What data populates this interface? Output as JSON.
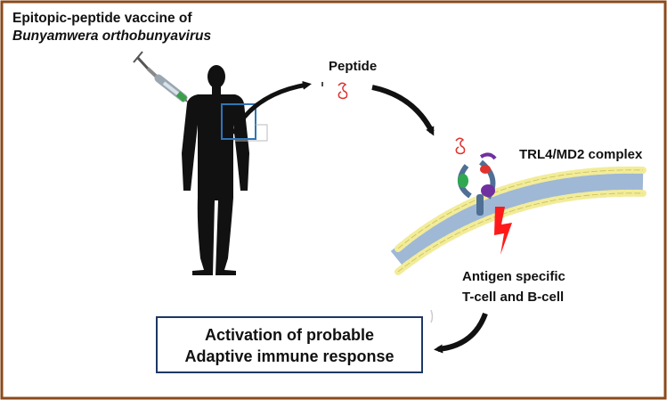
{
  "title": {
    "line1": "Epitopic-peptide  vaccine of",
    "line2": "Bunyamwera orthobunyavirus"
  },
  "labels": {
    "peptide": "Peptide",
    "receptor": "TRL4/MD2 complex",
    "antigen_line1": "Antigen specific",
    "antigen_line2": "T-cell and B-cell"
  },
  "response": {
    "line1": "Activation of probable",
    "line2": "Adaptive immune response"
  },
  "colors": {
    "frame_border": "#8b4a1c",
    "response_border": "#1f3864",
    "silhouette": "#111111",
    "injection_box": "#2e75b6",
    "peptide": "#e0322e",
    "lightning": "#ff1a1a",
    "membrane_head": "#f2ec9a",
    "receptor_purple": "#7030a0",
    "receptor_green": "#2fa84f"
  },
  "icons": [
    "syringe-icon",
    "human-silhouette-icon",
    "peptide-icon",
    "receptor-complex-icon",
    "lightning-bolt-icon",
    "cell-membrane-icon"
  ]
}
